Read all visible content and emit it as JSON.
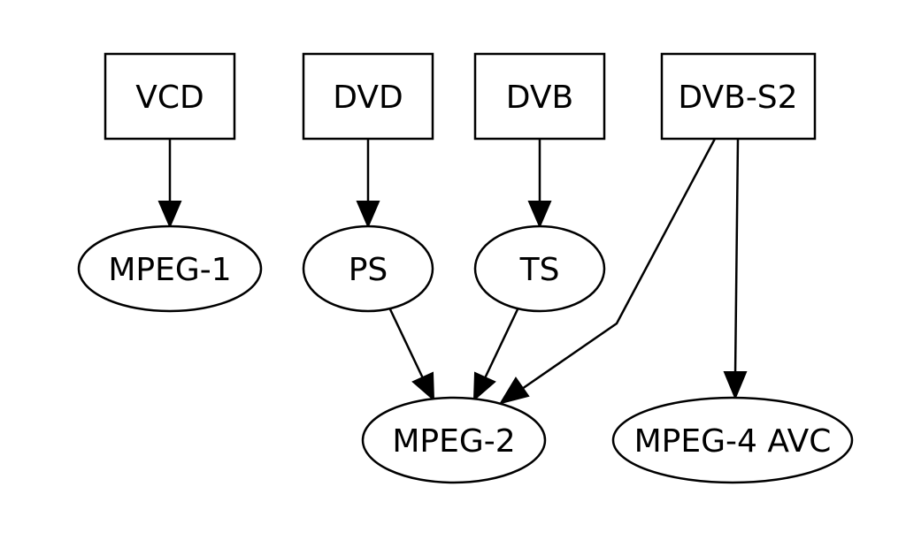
{
  "diagram": {
    "type": "directed-graph",
    "nodes": [
      {
        "id": "VCD",
        "label": "VCD",
        "shape": "box"
      },
      {
        "id": "DVD",
        "label": "DVD",
        "shape": "box"
      },
      {
        "id": "DVB",
        "label": "DVB",
        "shape": "box"
      },
      {
        "id": "DVBS2",
        "label": "DVB-S2",
        "shape": "box"
      },
      {
        "id": "MPEG1",
        "label": "MPEG-1",
        "shape": "ellipse"
      },
      {
        "id": "PS",
        "label": "PS",
        "shape": "ellipse"
      },
      {
        "id": "TS",
        "label": "TS",
        "shape": "ellipse"
      },
      {
        "id": "MPEG2",
        "label": "MPEG-2",
        "shape": "ellipse"
      },
      {
        "id": "MPEG4",
        "label": "MPEG-4 AVC",
        "shape": "ellipse"
      }
    ],
    "edges": [
      {
        "from": "VCD",
        "to": "MPEG1"
      },
      {
        "from": "DVD",
        "to": "PS"
      },
      {
        "from": "DVB",
        "to": "TS"
      },
      {
        "from": "DVBS2",
        "to": "MPEG2"
      },
      {
        "from": "DVBS2",
        "to": "MPEG4"
      },
      {
        "from": "PS",
        "to": "MPEG2"
      },
      {
        "from": "TS",
        "to": "MPEG2"
      }
    ]
  }
}
